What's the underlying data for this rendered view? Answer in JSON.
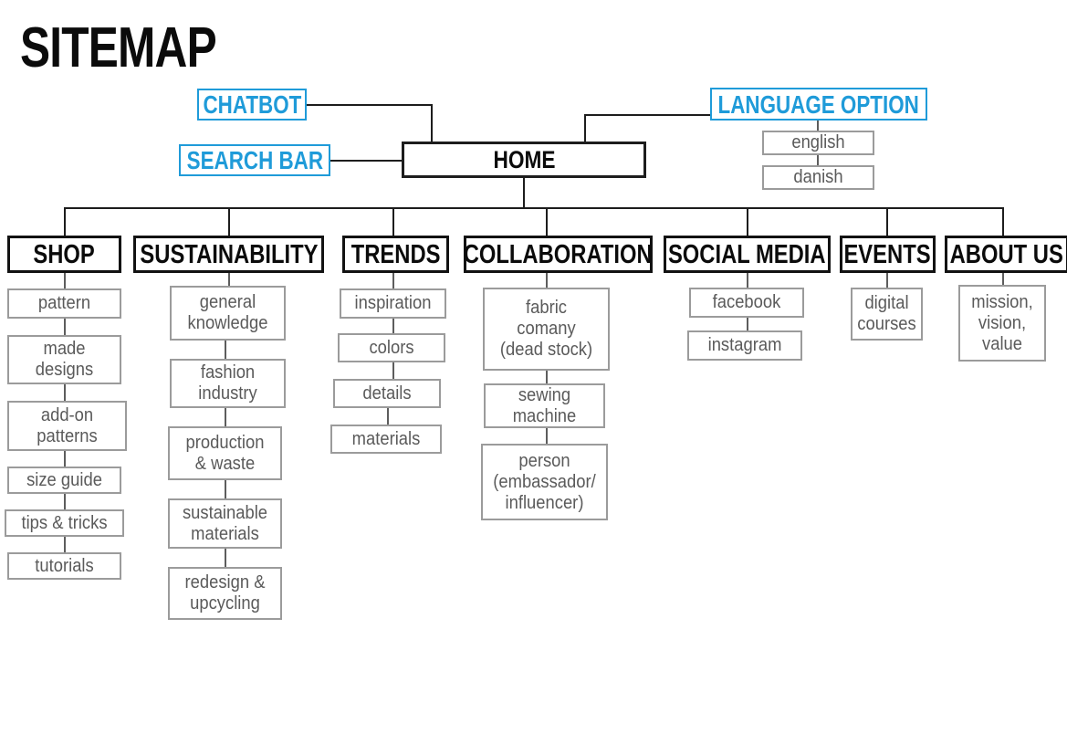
{
  "page": {
    "title": "SITEMAP",
    "colors": {
      "accent_blue": "#1f9bd9",
      "main_border": "#121212",
      "sub_border": "#9b9b9b",
      "sub_text": "#5a5a5a",
      "background": "#ffffff"
    }
  },
  "root": {
    "label": "HOME"
  },
  "features": [
    {
      "label": "CHATBOT"
    },
    {
      "label": "SEARCH BAR"
    },
    {
      "label": "LANGUAGE OPTION"
    }
  ],
  "language_options": [
    {
      "label": "english"
    },
    {
      "label": "danish"
    }
  ],
  "categories": [
    {
      "label": "SHOP",
      "children": [
        {
          "label": "pattern"
        },
        {
          "label": "made\ndesigns"
        },
        {
          "label": "add-on\npatterns"
        },
        {
          "label": "size guide"
        },
        {
          "label": "tips & tricks"
        },
        {
          "label": "tutorials"
        }
      ]
    },
    {
      "label": "SUSTAINABILITY",
      "children": [
        {
          "label": "general\nknowledge"
        },
        {
          "label": "fashion\nindustry"
        },
        {
          "label": "production\n& waste"
        },
        {
          "label": "sustainable\nmaterials"
        },
        {
          "label": "redesign &\nupcycling"
        }
      ]
    },
    {
      "label": "TRENDS",
      "children": [
        {
          "label": "inspiration"
        },
        {
          "label": "colors"
        },
        {
          "label": "details"
        },
        {
          "label": "materials"
        }
      ]
    },
    {
      "label": "COLLABORATION",
      "children": [
        {
          "label": "fabric\ncomany\n(dead stock)"
        },
        {
          "label": "sewing\nmachine"
        },
        {
          "label": "person\n(embassador/\ninfluencer)"
        }
      ]
    },
    {
      "label": "SOCIAL MEDIA",
      "children": [
        {
          "label": "facebook"
        },
        {
          "label": "instagram"
        }
      ]
    },
    {
      "label": "EVENTS",
      "children": [
        {
          "label": "digital\ncourses"
        }
      ]
    },
    {
      "label": "ABOUT US",
      "children": [
        {
          "label": "mission,\nvision,\nvalue"
        }
      ]
    }
  ]
}
